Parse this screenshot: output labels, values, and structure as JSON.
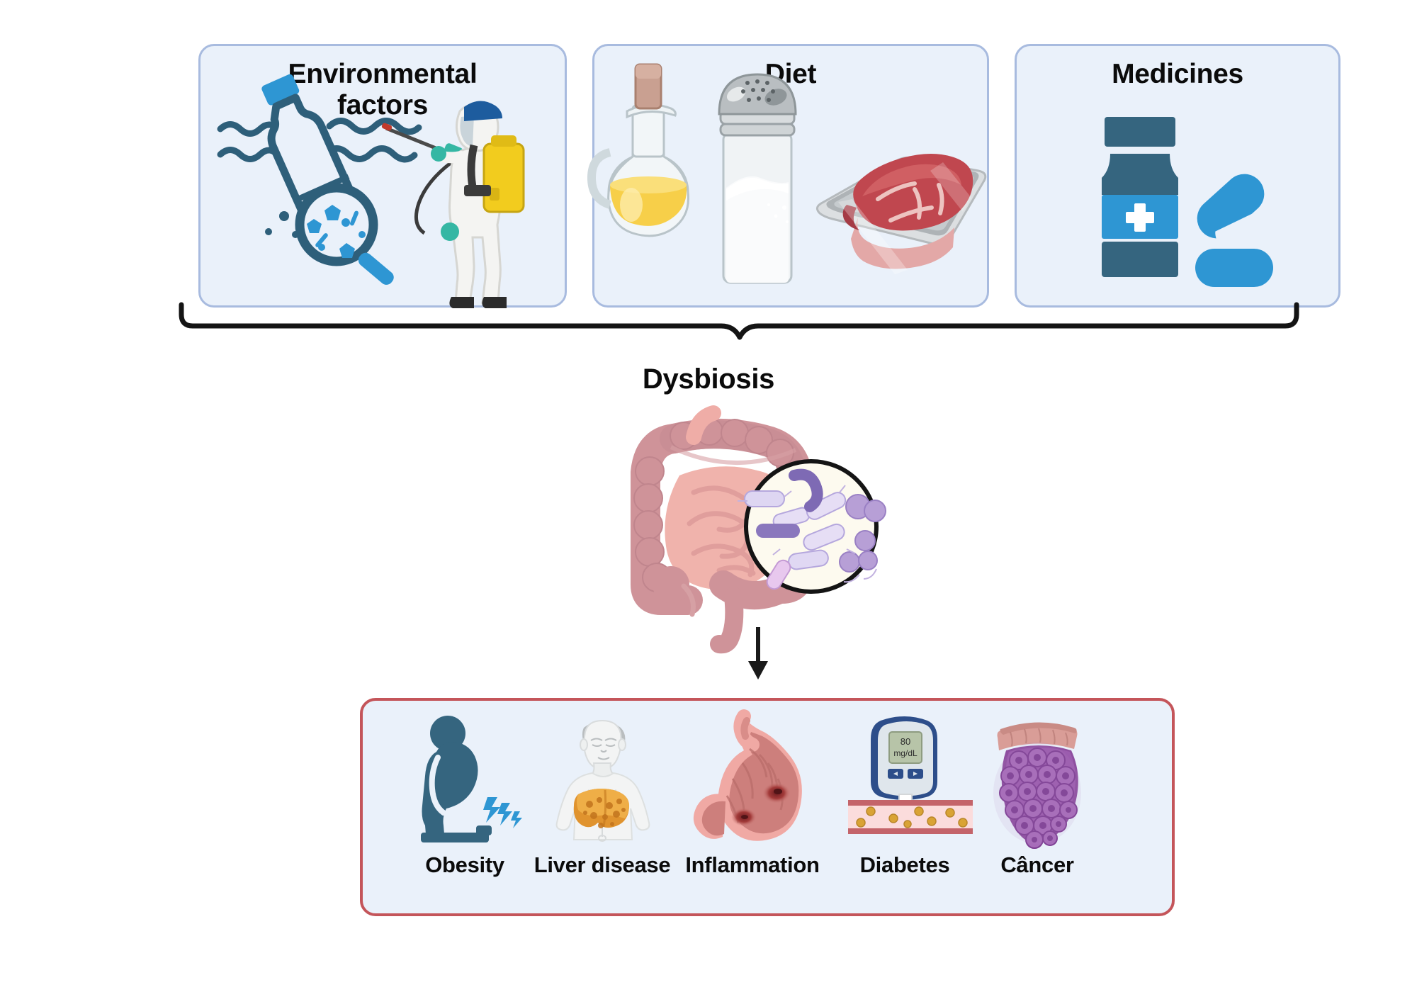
{
  "diagram": {
    "title_flow": "Environmental factors, Diet and Medicines lead to Dysbiosis which leads to disease outcomes",
    "center_label": "Dysbiosis"
  },
  "causes": [
    {
      "id": "environmental",
      "label": "Environmental\nfactors",
      "label_line1": "Environmental",
      "label_line2": "factors",
      "icons": [
        "plastic-bottle-icon",
        "water-waves-icon",
        "magnifier-microplastics-icon",
        "pesticide-sprayer-worker-icon"
      ]
    },
    {
      "id": "diet",
      "label": "Diet",
      "icons": [
        "oil-cruet-icon",
        "salt-shaker-icon",
        "red-meat-tray-icon"
      ]
    },
    {
      "id": "medicines",
      "label": "Medicines",
      "icons": [
        "pill-bottle-icon",
        "capsule-pill-icon"
      ]
    }
  ],
  "center": {
    "label": "Dysbiosis",
    "icons": [
      "intestine-icon",
      "gut-bacteria-magnification-icon"
    ]
  },
  "arrow": {
    "icon": "down-arrow-icon",
    "color": "#1a1a1a"
  },
  "outcomes": {
    "items": [
      {
        "label": "Obesity",
        "icon": "obese-person-on-scale-icon"
      },
      {
        "label": "Liver disease",
        "icon": "fatty-liver-torso-icon"
      },
      {
        "label": "Inflammation",
        "icon": "inflamed-stomach-icon"
      },
      {
        "label": "Diabetes",
        "icon": "glucose-meter-icon"
      },
      {
        "label": "Câncer",
        "icon": "tumor-cells-icon"
      }
    ]
  },
  "glucose_meter": {
    "value": "80",
    "unit": "mg/dL"
  },
  "colors": {
    "card_background": "#eaf1fa",
    "card_border": "#a8bbdf",
    "outcome_border": "#c4555a",
    "icon_dark_blue": "#2e5f7a",
    "icon_light_blue": "#2e96d3",
    "text": "#0b0b0b",
    "page_background": "#ffffff"
  }
}
